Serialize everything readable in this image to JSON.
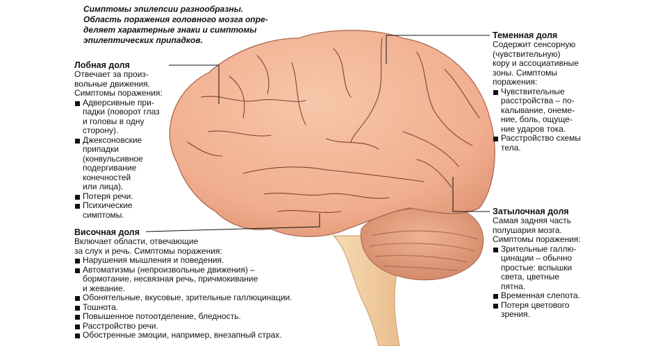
{
  "intro": [
    "Симптомы эпилепсии разнообразны.",
    "Область поражения головного мозга опре-",
    "деляет характерные знаки и симптомы",
    "эпилептических припадков."
  ],
  "frontal": {
    "title": "Лобная доля",
    "desc": [
      "Отвечает за произ-",
      "вольные движения.",
      "Симптомы поражения:"
    ],
    "items": [
      [
        "Адверсивные при-",
        "падки (поворот глаз",
        "и головы в одну",
        "сторону)."
      ],
      [
        "Джексоновские",
        "припадки",
        "(конвульсивное",
        "подергивание",
        "конечностей",
        "или лица)."
      ],
      [
        "Потеря речи."
      ],
      [
        "Психические",
        "симптомы."
      ]
    ]
  },
  "temporal": {
    "title": "Височная доля",
    "desc": [
      "Включает области, отвечающие",
      "за слух и речь. Симптомы поражения:"
    ],
    "items": [
      [
        "Нарушения мышления и поведения."
      ],
      [
        "Автоматизмы (непроизвольные движения) –",
        "бормотание, несвязная речь, причмокивание",
        "и жевание."
      ],
      [
        "Обонятельные, вкусовые, зрительные галлюцинации."
      ],
      [
        "Тошнота."
      ],
      [
        "Повышенное потоотделение, бледность."
      ],
      [
        "Расстройство речи."
      ],
      [
        "Обостренные эмоции, например, внезапный страх."
      ]
    ]
  },
  "parietal": {
    "title": "Теменная доля",
    "desc": [
      "Содержит сенсорную",
      "(чувствительную)",
      "кору и ассоциативные",
      "зоны. Симптомы",
      "поражения:"
    ],
    "items": [
      [
        "Чувствительные",
        "расстройства – по-",
        "калывание, онеме-",
        "ние, боль, ощуще-",
        "ние ударов тока."
      ],
      [
        "Расстройство схемы",
        "тела."
      ]
    ]
  },
  "occipital": {
    "title": "Затылочная доля",
    "desc": [
      "Самая задняя часть",
      "полушария мозга.",
      "Симптомы поражения:"
    ],
    "items": [
      [
        "Зрительные галлю-",
        "цинации – обычно",
        "простые: вспышки",
        "света, цветные",
        "пятна."
      ],
      [
        "Временная слепота."
      ],
      [
        "Потеря цветового",
        "зрения."
      ]
    ]
  },
  "colors": {
    "brain_fill": "#f2b596",
    "brain_shade": "#d98f70",
    "sulcus": "#8a4a3c",
    "cerebellum": "#e6a07e",
    "stem": "#f3cfa0",
    "pointer": "#111111"
  }
}
